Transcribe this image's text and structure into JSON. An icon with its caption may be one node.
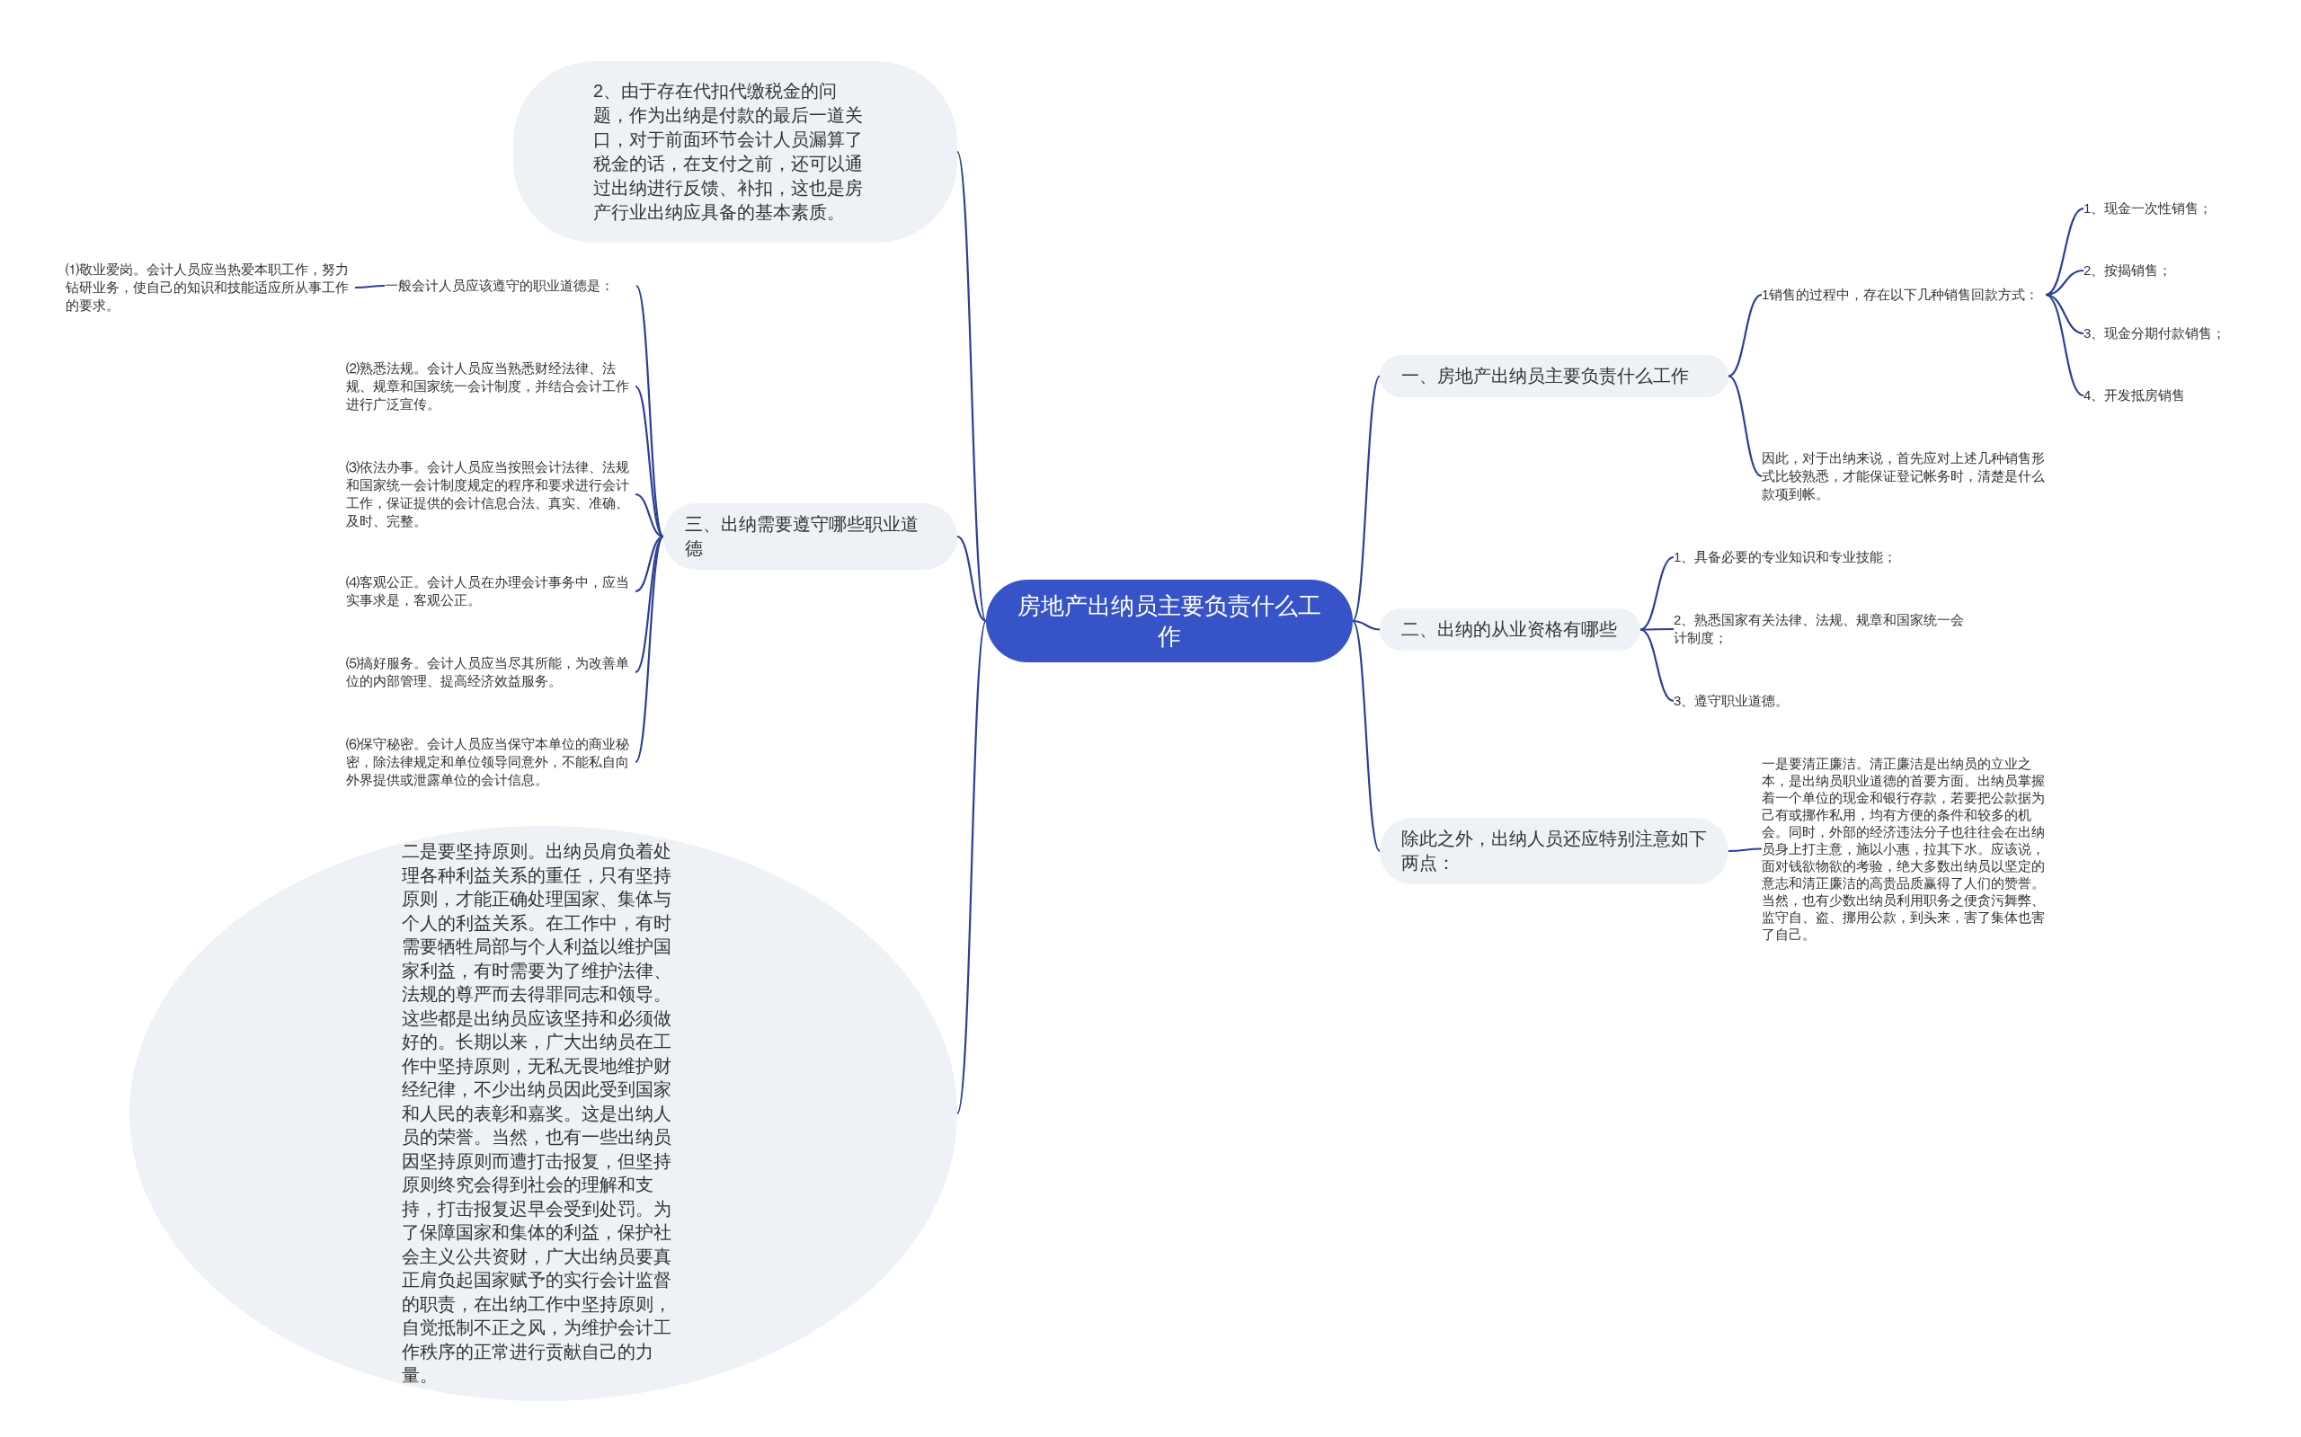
{
  "diagram": {
    "nodes": [
      {
        "text": [
          "房地产出纳员主要负责什么工作"
        ]
      },
      {
        "text": [
          "2、由于存在代扣代缴税金的问题，作为出纳是付款的最后一道关口，对于前面环节会计人员漏算了税金的话，在支付之前，还可以通过出纳进行反馈、补扣，这也是房产行业出纳应具备的基本素质。"
        ]
      },
      {
        "text": [
          "三、出纳需要遵守哪些职业道德"
        ]
      },
      {
        "text": [
          "一般会计人员应该遵守的职业道德是："
        ]
      },
      {
        "text": [
          "⑴敬业爱岗。会计人员应当热爱本职工作，努力钻研业务，使自己的知识和技能适应所从事工作的要求。"
        ]
      },
      {
        "text": [
          "⑵熟悉法规。会计人员应当熟悉财经法律、法规、规章和国家统一会计制度，并结合会计工作进行广泛宣传。"
        ]
      },
      {
        "text": [
          "⑶依法办事。会计人员应当按照会计法律、法规和国家统一会计制度规定的程序和要求进行会计工作，保证提供的会计信息合法、真实、准确、及时、完整。"
        ]
      },
      {
        "text": [
          "⑷客观公正。会计人员在办理会计事务中，应当实事求是，客观公正。"
        ]
      },
      {
        "text": [
          "⑸搞好服务。会计人员应当尽其所能，为改善单位的内部管理、提高经济效益服务。"
        ]
      },
      {
        "text": [
          "⑹保守秘密。会计人员应当保守本单位的商业秘密，除法律规定和单位领导同意外，不能私自向外界提供或泄露单位的会计信息。"
        ]
      },
      {
        "text": [
          "二是要坚持原则。出纳员肩负着处理各种利益关系的重任，只有坚持原则，才能正确处理国家、集体与个人的利益关系。在工作中，有时需要牺牲局部与个人利益以维护国家利益，有时需要为了维护法律、法规的尊严而去得罪同志和领导。这些都是出纳员应该坚持和必须做好的。长期以来，广大出纳员在工作中坚持原则，无私无畏地维护财经纪律，不少出纳员因此受到国家和人民的表彰和嘉奖。这是出纳人员的荣誉。当然，也有一些出纳员因坚持原则而遭打击报复，但坚持原则终究会得到社会的理解和支持，打击报复迟早会受到处罚。为了保障国家和集体的利益，保护社会主义公共资财，广大出纳员要真正肩负起国家赋予的实行会计监督的职责，在出纳工作中坚持原则，自觉抵制不正之风，为维护会计工作秩序的正常进行贡献自己的力量。"
        ]
      },
      {
        "text": [
          "一、房地产出纳员主要负责什么工作"
        ]
      },
      {
        "text": [
          "1销售的过程中，存在以下几种销售回款方式："
        ]
      },
      {
        "text": [
          "1、现金一次性销售；"
        ]
      },
      {
        "text": [
          "2、按揭销售；"
        ]
      },
      {
        "text": [
          "3、现金分期付款销售；"
        ]
      },
      {
        "text": [
          "4、开发抵房销售"
        ]
      },
      {
        "text": [
          "因此，对于出纳来说，首先应对上述几种销售形式比较熟悉，才能保证登记帐务时，清楚是什么款项到帐。"
        ]
      },
      {
        "text": [
          "二、出纳的从业资格有哪些"
        ]
      },
      {
        "text": [
          "1、具备必要的专业知识和专业技能；"
        ]
      },
      {
        "text": [
          "2、熟悉国家有关法律、法规、规章和国家统一会计制度；"
        ]
      },
      {
        "text": [
          "3、遵守职业道德。"
        ]
      },
      {
        "text": [
          "除此之外，出纳人员还应特别注意如下两点："
        ]
      },
      {
        "text": [
          "一是要清正廉洁。清正廉洁是出纳员的立业之本，是出纳员职业道德的首要方面。出纳员掌握着一个单位的现金和银行存款，若要把公款据为己有或挪作私用，均有方便的条件和较多的机会。同时，外部的经济违法分子也往往会在出纳员身上打主意，施以小惠，拉其下水。应该说，面对钱欲物欲的考验，绝大多数出纳员以坚定的意志和清正廉洁的高贵品质赢得了人们的赞誉。当然，也有少数出纳员利用职务之便贪污舞弊、监守自、盗、挪用公款，到头来，害了集体也害了自己。"
        ]
      }
    ],
    "edges": [
      {
        "from": 0,
        "to": 1,
        "arrow": "none"
      },
      {
        "from": 0,
        "to": 2,
        "arrow": "none"
      },
      {
        "from": 0,
        "to": 10,
        "arrow": "none"
      },
      {
        "from": 0,
        "to": 11,
        "arrow": "none"
      },
      {
        "from": 0,
        "to": 18,
        "arrow": "none"
      },
      {
        "from": 0,
        "to": 22,
        "arrow": "none"
      },
      {
        "from": 2,
        "to": 3,
        "arrow": "none"
      },
      {
        "from": 2,
        "to": 5,
        "arrow": "none"
      },
      {
        "from": 2,
        "to": 6,
        "arrow": "none"
      },
      {
        "from": 2,
        "to": 7,
        "arrow": "none"
      },
      {
        "from": 2,
        "to": 8,
        "arrow": "none"
      },
      {
        "from": 2,
        "to": 9,
        "arrow": "none"
      },
      {
        "from": 3,
        "to": 4,
        "arrow": "none"
      },
      {
        "from": 11,
        "to": 12,
        "arrow": "none"
      },
      {
        "from": 11,
        "to": 17,
        "arrow": "none"
      },
      {
        "from": 12,
        "to": 13,
        "arrow": "none"
      },
      {
        "from": 12,
        "to": 14,
        "arrow": "none"
      },
      {
        "from": 12,
        "to": 15,
        "arrow": "none"
      },
      {
        "from": 12,
        "to": 16,
        "arrow": "none"
      },
      {
        "from": 18,
        "to": 19,
        "arrow": "none"
      },
      {
        "from": 18,
        "to": 20,
        "arrow": "none"
      },
      {
        "from": 18,
        "to": 21,
        "arrow": "none"
      },
      {
        "from": 22,
        "to": 23,
        "arrow": "none"
      }
    ]
  }
}
